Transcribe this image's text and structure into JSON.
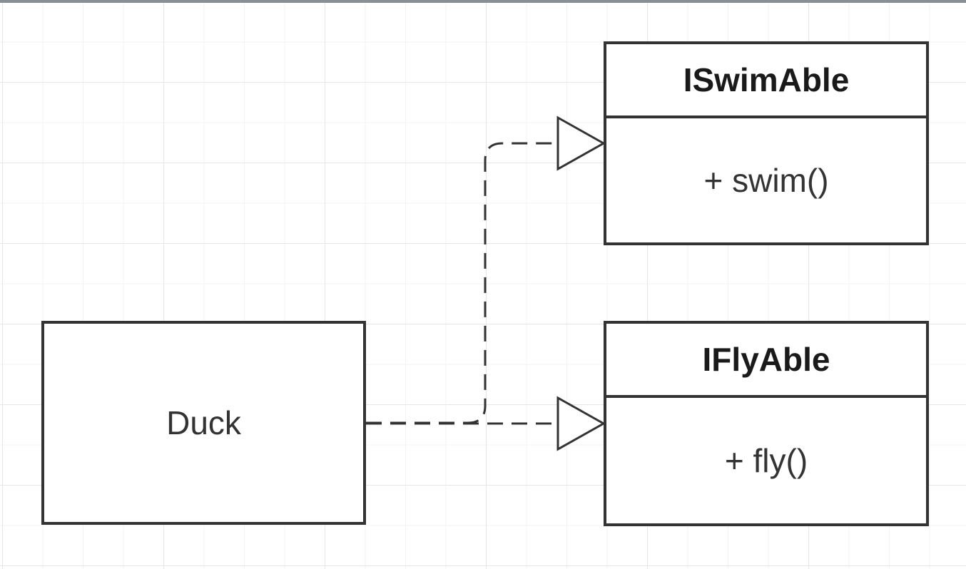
{
  "diagram": {
    "classes": [
      {
        "id": "duck",
        "name": "Duck"
      }
    ],
    "interfaces": [
      {
        "id": "swim",
        "name": "ISwimAble",
        "method": "+ swim()"
      },
      {
        "id": "fly",
        "name": "IFlyAble",
        "method": "+ fly()"
      }
    ],
    "relationships": [
      {
        "from": "Duck",
        "to": "ISwimAble",
        "type": "realization",
        "line": "dashed",
        "arrowhead": "hollow-triangle"
      },
      {
        "from": "Duck",
        "to": "IFlyAble",
        "type": "realization",
        "line": "dashed",
        "arrowhead": "hollow-triangle"
      }
    ]
  },
  "colors": {
    "stroke": "#333333",
    "grid_major": "#e6e6e6",
    "grid_minor": "#f3f3f3",
    "background": "#ffffff"
  }
}
